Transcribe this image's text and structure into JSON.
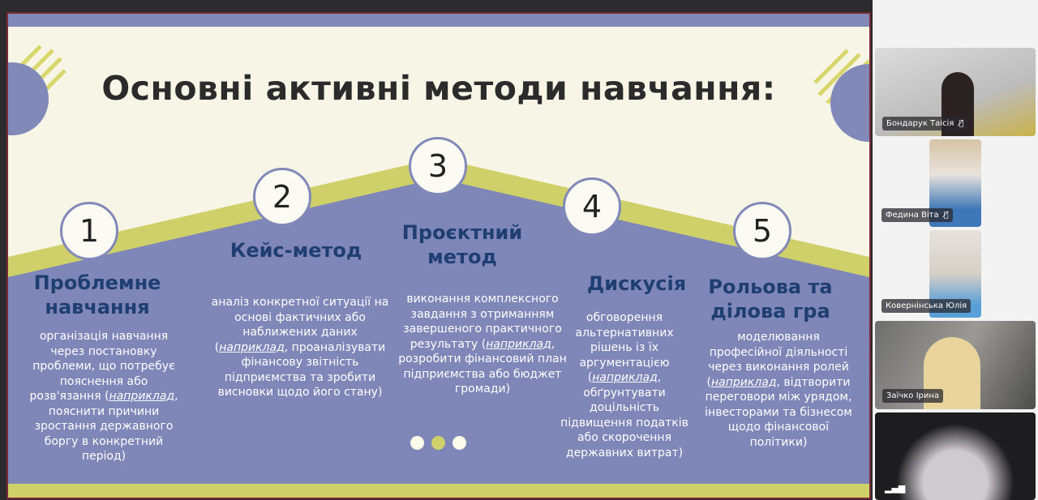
{
  "slide": {
    "title": "Основні активні методи навчання:",
    "methods": [
      {
        "number": "1",
        "heading": [
          "Проблемне",
          "навчання"
        ],
        "text_before": "організація навчання через постановку проблеми, що потребує пояснення або розв'язання (",
        "example": "наприклад",
        "text_after": ", пояснити причини зростання державного боргу в конкретний період)"
      },
      {
        "number": "2",
        "heading": [
          "Кейс-метод"
        ],
        "text_before": "аналіз конкретної ситуації на основі фактичних або наближених даних (",
        "example": "наприклад",
        "text_after": ", проаналізувати фінансову звітність підприємства та зробити висновки щодо його стану)"
      },
      {
        "number": "3",
        "heading": [
          "Проєктний",
          "метод"
        ],
        "text_before": "виконання комплексного завдання з отриманням завершеного практичного результату (",
        "example": "наприклад",
        "text_after": ", розробити фінансовий план підприємства або бюджет громади)"
      },
      {
        "number": "4",
        "heading": [
          "Дискусія"
        ],
        "text_before": "обговорення альтернативних рішень із їх аргументацією (",
        "example": "наприклад",
        "text_after": ", обґрунтувати доцільність підвищення податків або скорочення державних витрат)"
      },
      {
        "number": "5",
        "heading": [
          "Рольова та",
          "ділова гра"
        ],
        "text_before": "моделювання професійної діяльності через виконання ролей (",
        "example": "наприклад",
        "text_after": ", відтворити переговори між урядом, інвесторами та бізнесом щодо фінансової політики)"
      }
    ],
    "colors": {
      "purple": "#7f86b8",
      "yellow": "#cfd06a",
      "cream": "#f7f6e6",
      "heading": "#1f3f73"
    }
  },
  "participants": [
    {
      "name": "Бондарук Таісія",
      "muted": true
    },
    {
      "name": "Федина Віта",
      "muted": true
    },
    {
      "name": "Ковернінська Юлія",
      "muted": false
    },
    {
      "name": "Заїчко Ірина",
      "muted": false
    },
    {
      "name": "",
      "muted": false
    }
  ]
}
